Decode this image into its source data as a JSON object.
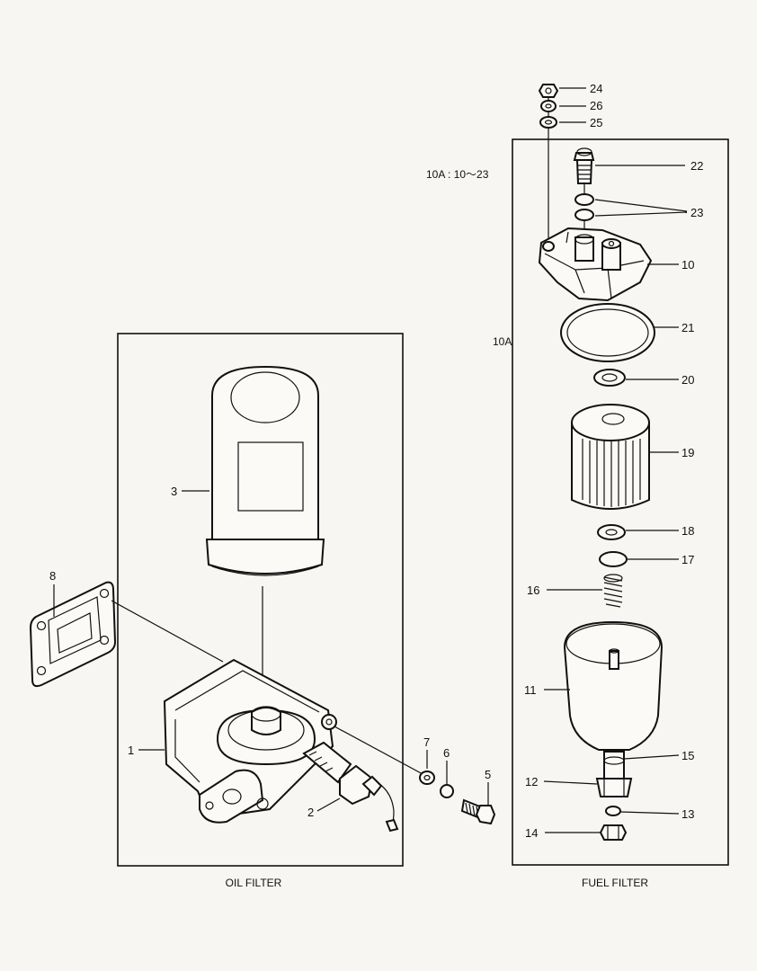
{
  "captions": {
    "oil_filter": "OIL FILTER",
    "fuel_filter": "FUEL FILTER"
  },
  "group_note": "10A : 10～23",
  "group_label": "10A",
  "oil_parts": {
    "p1": "1",
    "p2": "2",
    "p3": "3",
    "p5": "5",
    "p6": "6",
    "p7": "7",
    "p8": "8"
  },
  "fuel_parts": {
    "p10": "10",
    "p11": "11",
    "p12": "12",
    "p13": "13",
    "p14": "14",
    "p15": "15",
    "p16": "16",
    "p17": "17",
    "p18": "18",
    "p19": "19",
    "p20": "20",
    "p21": "21",
    "p22": "22",
    "p23": "23",
    "p24": "24",
    "p25": "25",
    "p26": "26"
  }
}
